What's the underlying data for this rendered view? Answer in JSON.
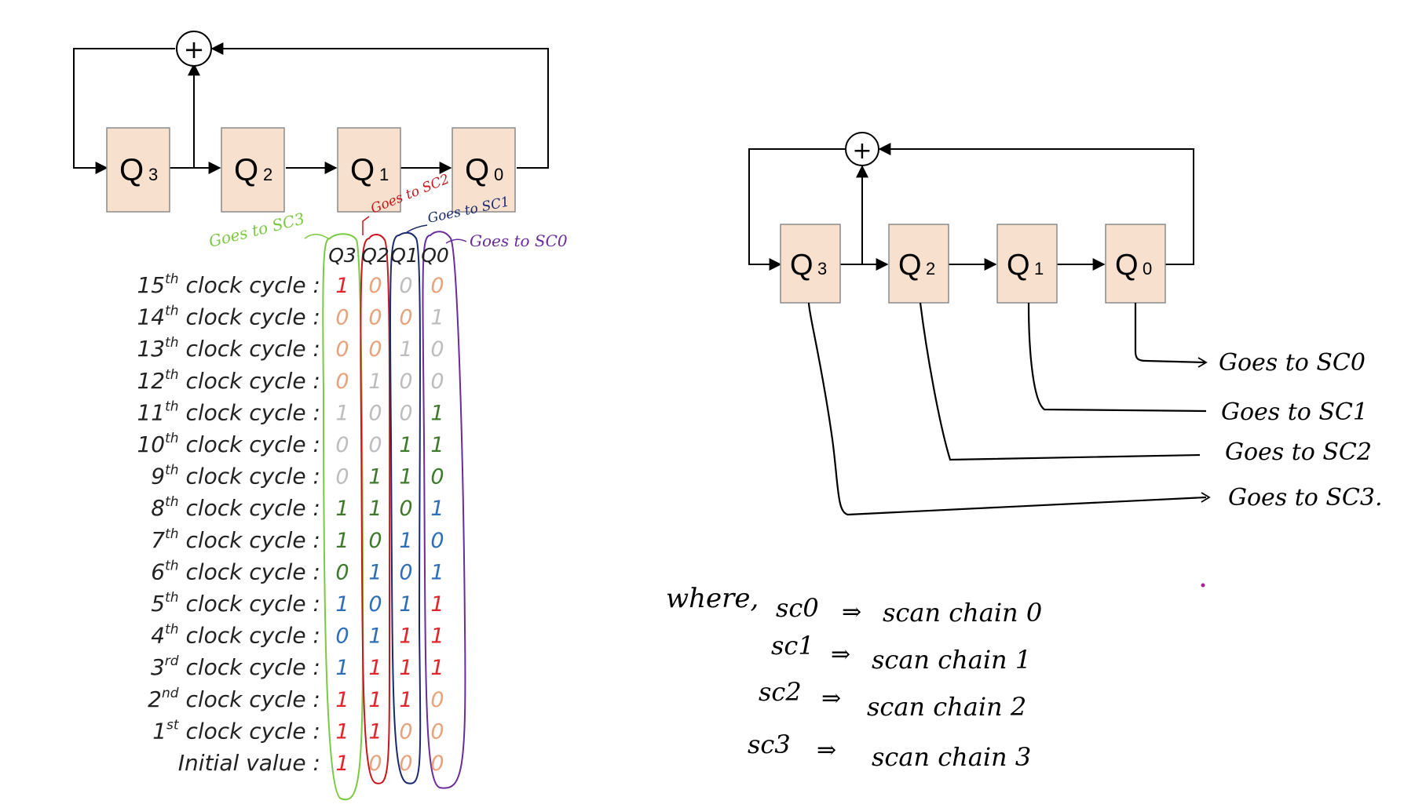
{
  "colors": {
    "reg_fill": "#f8e0cf",
    "reg_stroke": "#8c8c8c",
    "bit_red": "#e0262b",
    "bit_orange": "#e8a27c",
    "bit_gray": "#bdbdbd",
    "bit_green": "#3f7a2a",
    "bit_blue": "#2e6fb8",
    "loop_green": "#7ac943",
    "loop_red": "#c9161c",
    "loop_navy": "#1a2a6c",
    "loop_purple": "#6a2c9c",
    "dot_magenta": "#b0208c"
  },
  "left_diagram": {
    "xor_symbol": "+",
    "registers": [
      {
        "letter": "Q",
        "index": "3"
      },
      {
        "letter": "Q",
        "index": "2"
      },
      {
        "letter": "Q",
        "index": "1"
      },
      {
        "letter": "Q",
        "index": "0"
      }
    ],
    "annotations": {
      "q3": "Goes to SC3",
      "q2": "Goes to SC2",
      "q1": "Goes to SC1",
      "q0": "Goes to SC0"
    },
    "table": {
      "headers": [
        "Q3",
        "Q2",
        "Q1",
        "Q0"
      ],
      "rows": [
        {
          "ord": "15",
          "sup": "th",
          "rest": " clock cycle :",
          "bits": [
            "1",
            "0",
            "0",
            "0"
          ],
          "colors": [
            "red",
            "orange",
            "gray",
            "orange"
          ]
        },
        {
          "ord": "14",
          "sup": "th",
          "rest": " clock cycle :",
          "bits": [
            "0",
            "0",
            "0",
            "1"
          ],
          "colors": [
            "orange",
            "orange",
            "orange",
            "gray"
          ]
        },
        {
          "ord": "13",
          "sup": "th",
          "rest": " clock cycle :",
          "bits": [
            "0",
            "0",
            "1",
            "0"
          ],
          "colors": [
            "orange",
            "orange",
            "gray",
            "gray"
          ]
        },
        {
          "ord": "12",
          "sup": "th",
          "rest": " clock cycle :",
          "bits": [
            "0",
            "1",
            "0",
            "0"
          ],
          "colors": [
            "orange",
            "gray",
            "gray",
            "gray"
          ]
        },
        {
          "ord": "11",
          "sup": "th",
          "rest": " clock cycle :",
          "bits": [
            "1",
            "0",
            "0",
            "1"
          ],
          "colors": [
            "gray",
            "gray",
            "gray",
            "green"
          ]
        },
        {
          "ord": "10",
          "sup": "th",
          "rest": " clock cycle :",
          "bits": [
            "0",
            "0",
            "1",
            "1"
          ],
          "colors": [
            "gray",
            "gray",
            "green",
            "green"
          ]
        },
        {
          "ord": "9",
          "sup": "th",
          "rest": " clock cycle :",
          "bits": [
            "0",
            "1",
            "1",
            "0"
          ],
          "colors": [
            "gray",
            "green",
            "green",
            "green"
          ]
        },
        {
          "ord": "8",
          "sup": "th",
          "rest": " clock cycle :",
          "bits": [
            "1",
            "1",
            "0",
            "1"
          ],
          "colors": [
            "green",
            "green",
            "green",
            "blue"
          ]
        },
        {
          "ord": "7",
          "sup": "th",
          "rest": " clock cycle :",
          "bits": [
            "1",
            "0",
            "1",
            "0"
          ],
          "colors": [
            "green",
            "green",
            "blue",
            "blue"
          ]
        },
        {
          "ord": "6",
          "sup": "th",
          "rest": " clock cycle :",
          "bits": [
            "0",
            "1",
            "0",
            "1"
          ],
          "colors": [
            "green",
            "blue",
            "blue",
            "blue"
          ]
        },
        {
          "ord": "5",
          "sup": "th",
          "rest": " clock cycle :",
          "bits": [
            "1",
            "0",
            "1",
            "1"
          ],
          "colors": [
            "blue",
            "blue",
            "blue",
            "red"
          ]
        },
        {
          "ord": "4",
          "sup": "th",
          "rest": " clock cycle :",
          "bits": [
            "0",
            "1",
            "1",
            "1"
          ],
          "colors": [
            "blue",
            "blue",
            "red",
            "red"
          ]
        },
        {
          "ord": "3",
          "sup": "rd",
          "rest": " clock cycle :",
          "bits": [
            "1",
            "1",
            "1",
            "1"
          ],
          "colors": [
            "blue",
            "red",
            "red",
            "red"
          ]
        },
        {
          "ord": "2",
          "sup": "nd",
          "rest": " clock cycle :",
          "bits": [
            "1",
            "1",
            "1",
            "0"
          ],
          "colors": [
            "red",
            "red",
            "red",
            "orange"
          ]
        },
        {
          "ord": "1",
          "sup": "st",
          "rest": " clock cycle :",
          "bits": [
            "1",
            "1",
            "0",
            "0"
          ],
          "colors": [
            "red",
            "red",
            "orange",
            "orange"
          ]
        },
        {
          "ord": "",
          "sup": "",
          "rest": "Initial value :",
          "bits": [
            "1",
            "0",
            "0",
            "0"
          ],
          "colors": [
            "red",
            "orange",
            "orange",
            "orange"
          ]
        }
      ]
    }
  },
  "right_diagram": {
    "xor_symbol": "+",
    "registers": [
      {
        "letter": "Q",
        "index": "3"
      },
      {
        "letter": "Q",
        "index": "2"
      },
      {
        "letter": "Q",
        "index": "1"
      },
      {
        "letter": "Q",
        "index": "0"
      }
    ],
    "outputs": [
      "Goes to SC0",
      "Goes to SC1",
      "Goes to SC2",
      "Goes to SC3."
    ]
  },
  "legend": {
    "lead": "where,",
    "lines": [
      {
        "abbr": "sc0",
        "arrow": "⇒",
        "desc": "scan chain 0"
      },
      {
        "abbr": "sc1",
        "arrow": "⇒",
        "desc": "scan chain 1"
      },
      {
        "abbr": "sc2",
        "arrow": "⇒",
        "desc": "scan chain 2"
      },
      {
        "abbr": "sc3",
        "arrow": "⇒",
        "desc": "scan chain 3"
      }
    ]
  }
}
